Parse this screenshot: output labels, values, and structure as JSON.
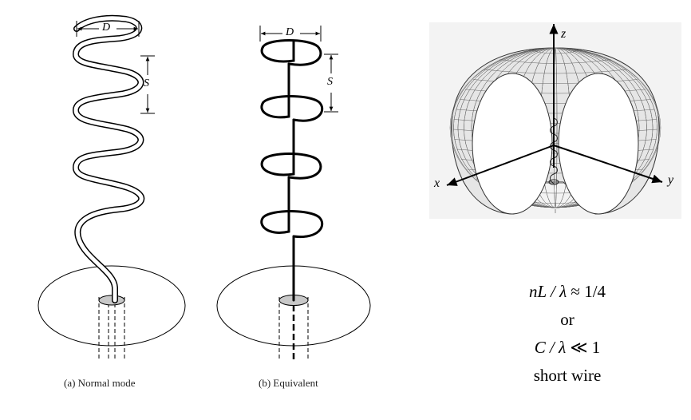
{
  "figure_a": {
    "caption": "(a)  Normal mode",
    "diameter_label": "D",
    "spacing_label": "S"
  },
  "figure_b": {
    "caption": "(b)  Equivalent",
    "diameter_label": "D",
    "spacing_label": "S"
  },
  "pattern_3d": {
    "axis_x": "x",
    "axis_y": "y",
    "axis_z": "z"
  },
  "conditions": {
    "line1_italic": "nL / λ",
    "line1_rest": " ≈ 1/4",
    "line2": "or",
    "line3_italic": "C / λ",
    "line3_rest": " ≪ 1",
    "line4": "short wire"
  }
}
